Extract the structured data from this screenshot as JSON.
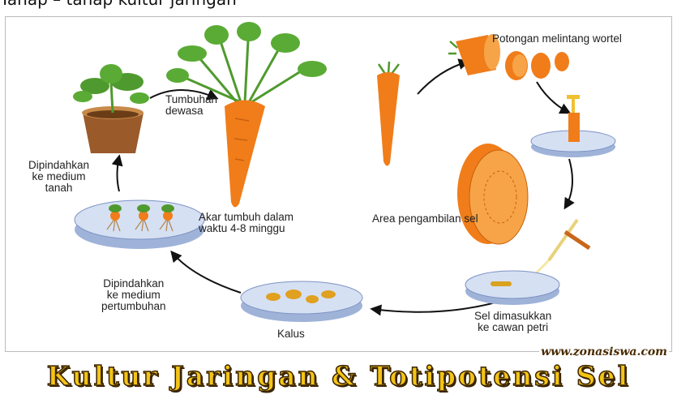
{
  "page_title": "Tahap – tahap kultur jaringan",
  "labels": {
    "tumbuhan_dewasa": [
      "Tumbuhan",
      "dewasa"
    ],
    "potongan": [
      "Potongan melintang wortel"
    ],
    "area": [
      "Area pengambilan sel"
    ],
    "sel": [
      "Sel dimasukkan",
      "ke cawan petri"
    ],
    "kalus": [
      "Kalus"
    ],
    "medium_pertumbuhan": [
      "Dipindahkan",
      "ke medium",
      "pertumbuhan"
    ],
    "akar": [
      "Akar tumbuh dalam",
      "waktu 4-8 minggu"
    ],
    "medium_tanah": [
      "Dipindahkan",
      "ke medium",
      "tanah"
    ]
  },
  "watermark": "www.zonasiswa.com",
  "banner_title": "Kultur Jaringan & Totipotensi Sel",
  "colors": {
    "carrot": "#f07d1a",
    "leaf": "#4f9a2e",
    "dish": "#c9d6ef",
    "pot": "#9a5a2a",
    "banner_text": "#f3c417"
  }
}
